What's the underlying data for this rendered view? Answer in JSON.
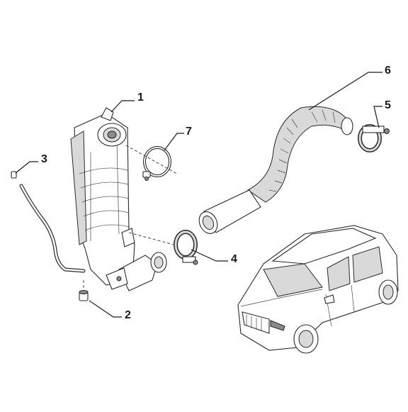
{
  "diagram": {
    "callouts": [
      {
        "id": "1",
        "label": "1"
      },
      {
        "id": "2",
        "label": "2"
      },
      {
        "id": "3",
        "label": "3"
      },
      {
        "id": "4",
        "label": "4"
      },
      {
        "id": "5",
        "label": "5"
      },
      {
        "id": "6",
        "label": "6"
      },
      {
        "id": "7",
        "label": "7"
      }
    ],
    "parts": [
      {
        "callout": "1",
        "name": "catalytic-converter"
      },
      {
        "callout": "2",
        "name": "sensor-plug"
      },
      {
        "callout": "3",
        "name": "pipe-hose"
      },
      {
        "callout": "4",
        "name": "clamp"
      },
      {
        "callout": "5",
        "name": "clamp"
      },
      {
        "callout": "6",
        "name": "flexible-exhaust-pipe"
      },
      {
        "callout": "7",
        "name": "clamp-ring"
      }
    ],
    "colors": {
      "line": "#2a2a2a",
      "shade": "#d9d9d9",
      "background": "#ffffff"
    }
  }
}
